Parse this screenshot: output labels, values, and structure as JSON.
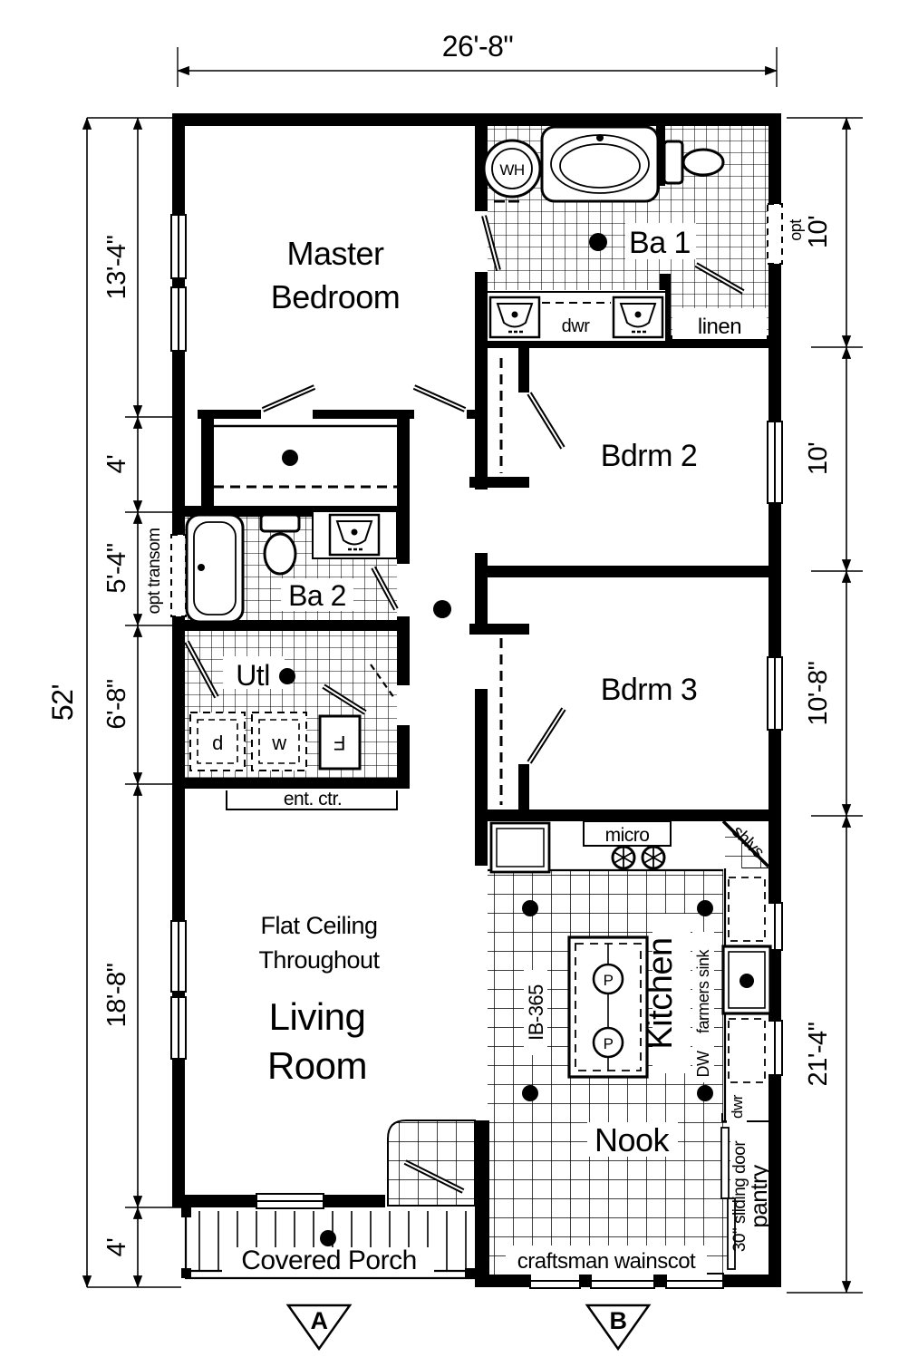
{
  "dimensions": {
    "width": "26'-8\"",
    "height": "52'",
    "left": [
      "13'-4\"",
      "4'",
      "5'-4\"",
      "6'-8\"",
      "18'-8\"",
      "4'"
    ],
    "right": [
      "10'",
      "10'",
      "10'-8\"",
      "21'-4\""
    ]
  },
  "rooms": {
    "master1": "Master",
    "master2": "Bedroom",
    "ba1": "Ba 1",
    "bdrm2": "Bdrm 2",
    "bdrm3": "Bdrm 3",
    "ba2": "Ba 2",
    "utl": "Utl",
    "note1": "Flat Ceiling",
    "note2": "Throughout",
    "living1": "Living",
    "living2": "Room",
    "kitchen": "Kitchen",
    "nook": "Nook",
    "porch": "Covered Porch"
  },
  "labels": {
    "wh": "WH",
    "dwr_bath": "dwr",
    "linen": "linen",
    "opt": "opt",
    "opt_transom": "opt transom",
    "ent_ctr": "ent. ctr.",
    "dryer": "d",
    "washer": "w",
    "freezer": "F",
    "micro": "micro",
    "shelves": "shlvs",
    "island": "IB-365",
    "farmers_sink": "farmers sink",
    "dishwasher": "DW",
    "dwr_kitchen": "dwr",
    "sliding_door": "30\" sliding door",
    "pantry": "pantry",
    "wainscot": "craftsman wainscot",
    "pendant": "P",
    "marker_a": "A",
    "marker_b": "B"
  },
  "colors": {
    "ink": "#000000",
    "paper": "#ffffff"
  }
}
